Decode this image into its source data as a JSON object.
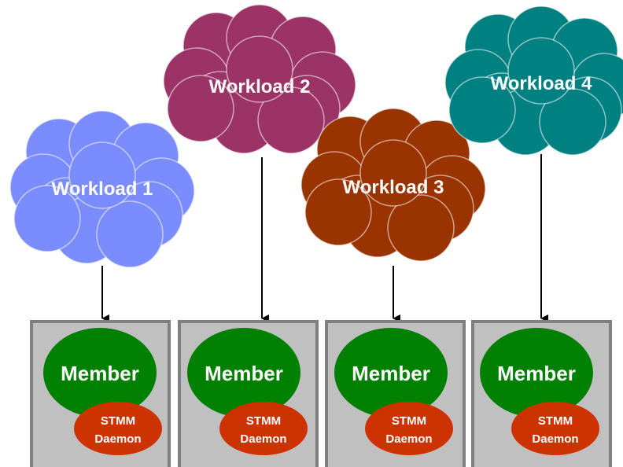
{
  "workloads": [
    {
      "label": "Workload 1",
      "color": "#7b8cff"
    },
    {
      "label": "Workload 2",
      "color": "#9b3366"
    },
    {
      "label": "Workload 3",
      "color": "#993300"
    },
    {
      "label": "Workload 4",
      "color": "#008080"
    }
  ],
  "members": [
    {
      "label": "Member",
      "daemon_line1": "STMM",
      "daemon_line2": "Daemon"
    },
    {
      "label": "Member",
      "daemon_line1": "STMM",
      "daemon_line2": "Daemon"
    },
    {
      "label": "Member",
      "daemon_line1": "STMM",
      "daemon_line2": "Daemon"
    },
    {
      "label": "Member",
      "daemon_line1": "STMM",
      "daemon_line2": "Daemon"
    }
  ],
  "colors": {
    "box_fill": "#c0c0c0",
    "box_border": "#7f7f7f",
    "member": "#008000",
    "daemon": "#cc3300",
    "text": "#ffffff",
    "arrow": "#000000"
  }
}
